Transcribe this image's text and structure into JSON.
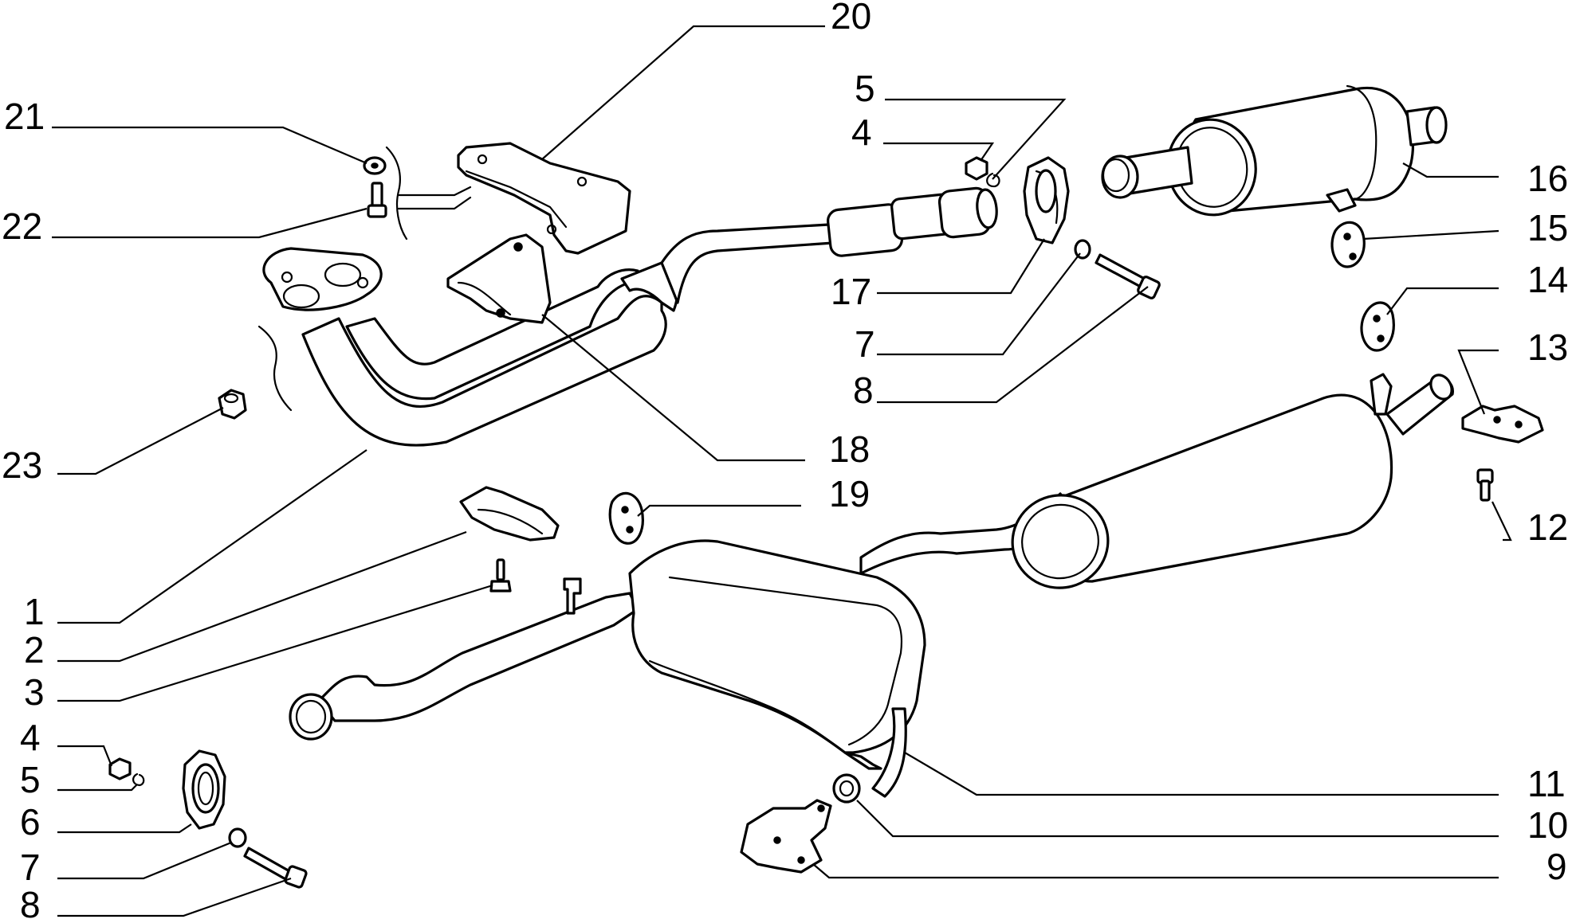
{
  "callouts": [
    {
      "id": "c20",
      "text": "20"
    },
    {
      "id": "c21",
      "text": "21"
    },
    {
      "id": "c22",
      "text": "22"
    },
    {
      "id": "c23",
      "text": "23"
    },
    {
      "id": "c5a",
      "text": "5"
    },
    {
      "id": "c4a",
      "text": "4"
    },
    {
      "id": "c17",
      "text": "17"
    },
    {
      "id": "c7a",
      "text": "7"
    },
    {
      "id": "c8a",
      "text": "8"
    },
    {
      "id": "c18",
      "text": "18"
    },
    {
      "id": "c19",
      "text": "19"
    },
    {
      "id": "c16",
      "text": "16"
    },
    {
      "id": "c15",
      "text": "15"
    },
    {
      "id": "c14",
      "text": "14"
    },
    {
      "id": "c13",
      "text": "13"
    },
    {
      "id": "c12",
      "text": "12"
    },
    {
      "id": "c11",
      "text": "11"
    },
    {
      "id": "c10",
      "text": "10"
    },
    {
      "id": "c9",
      "text": "9"
    },
    {
      "id": "c1",
      "text": "1"
    },
    {
      "id": "c2",
      "text": "2"
    },
    {
      "id": "c3",
      "text": "3"
    },
    {
      "id": "c4b",
      "text": "4"
    },
    {
      "id": "c5b",
      "text": "5"
    },
    {
      "id": "c6",
      "text": "6"
    },
    {
      "id": "c7b",
      "text": "7"
    },
    {
      "id": "c8b",
      "text": "8"
    }
  ]
}
